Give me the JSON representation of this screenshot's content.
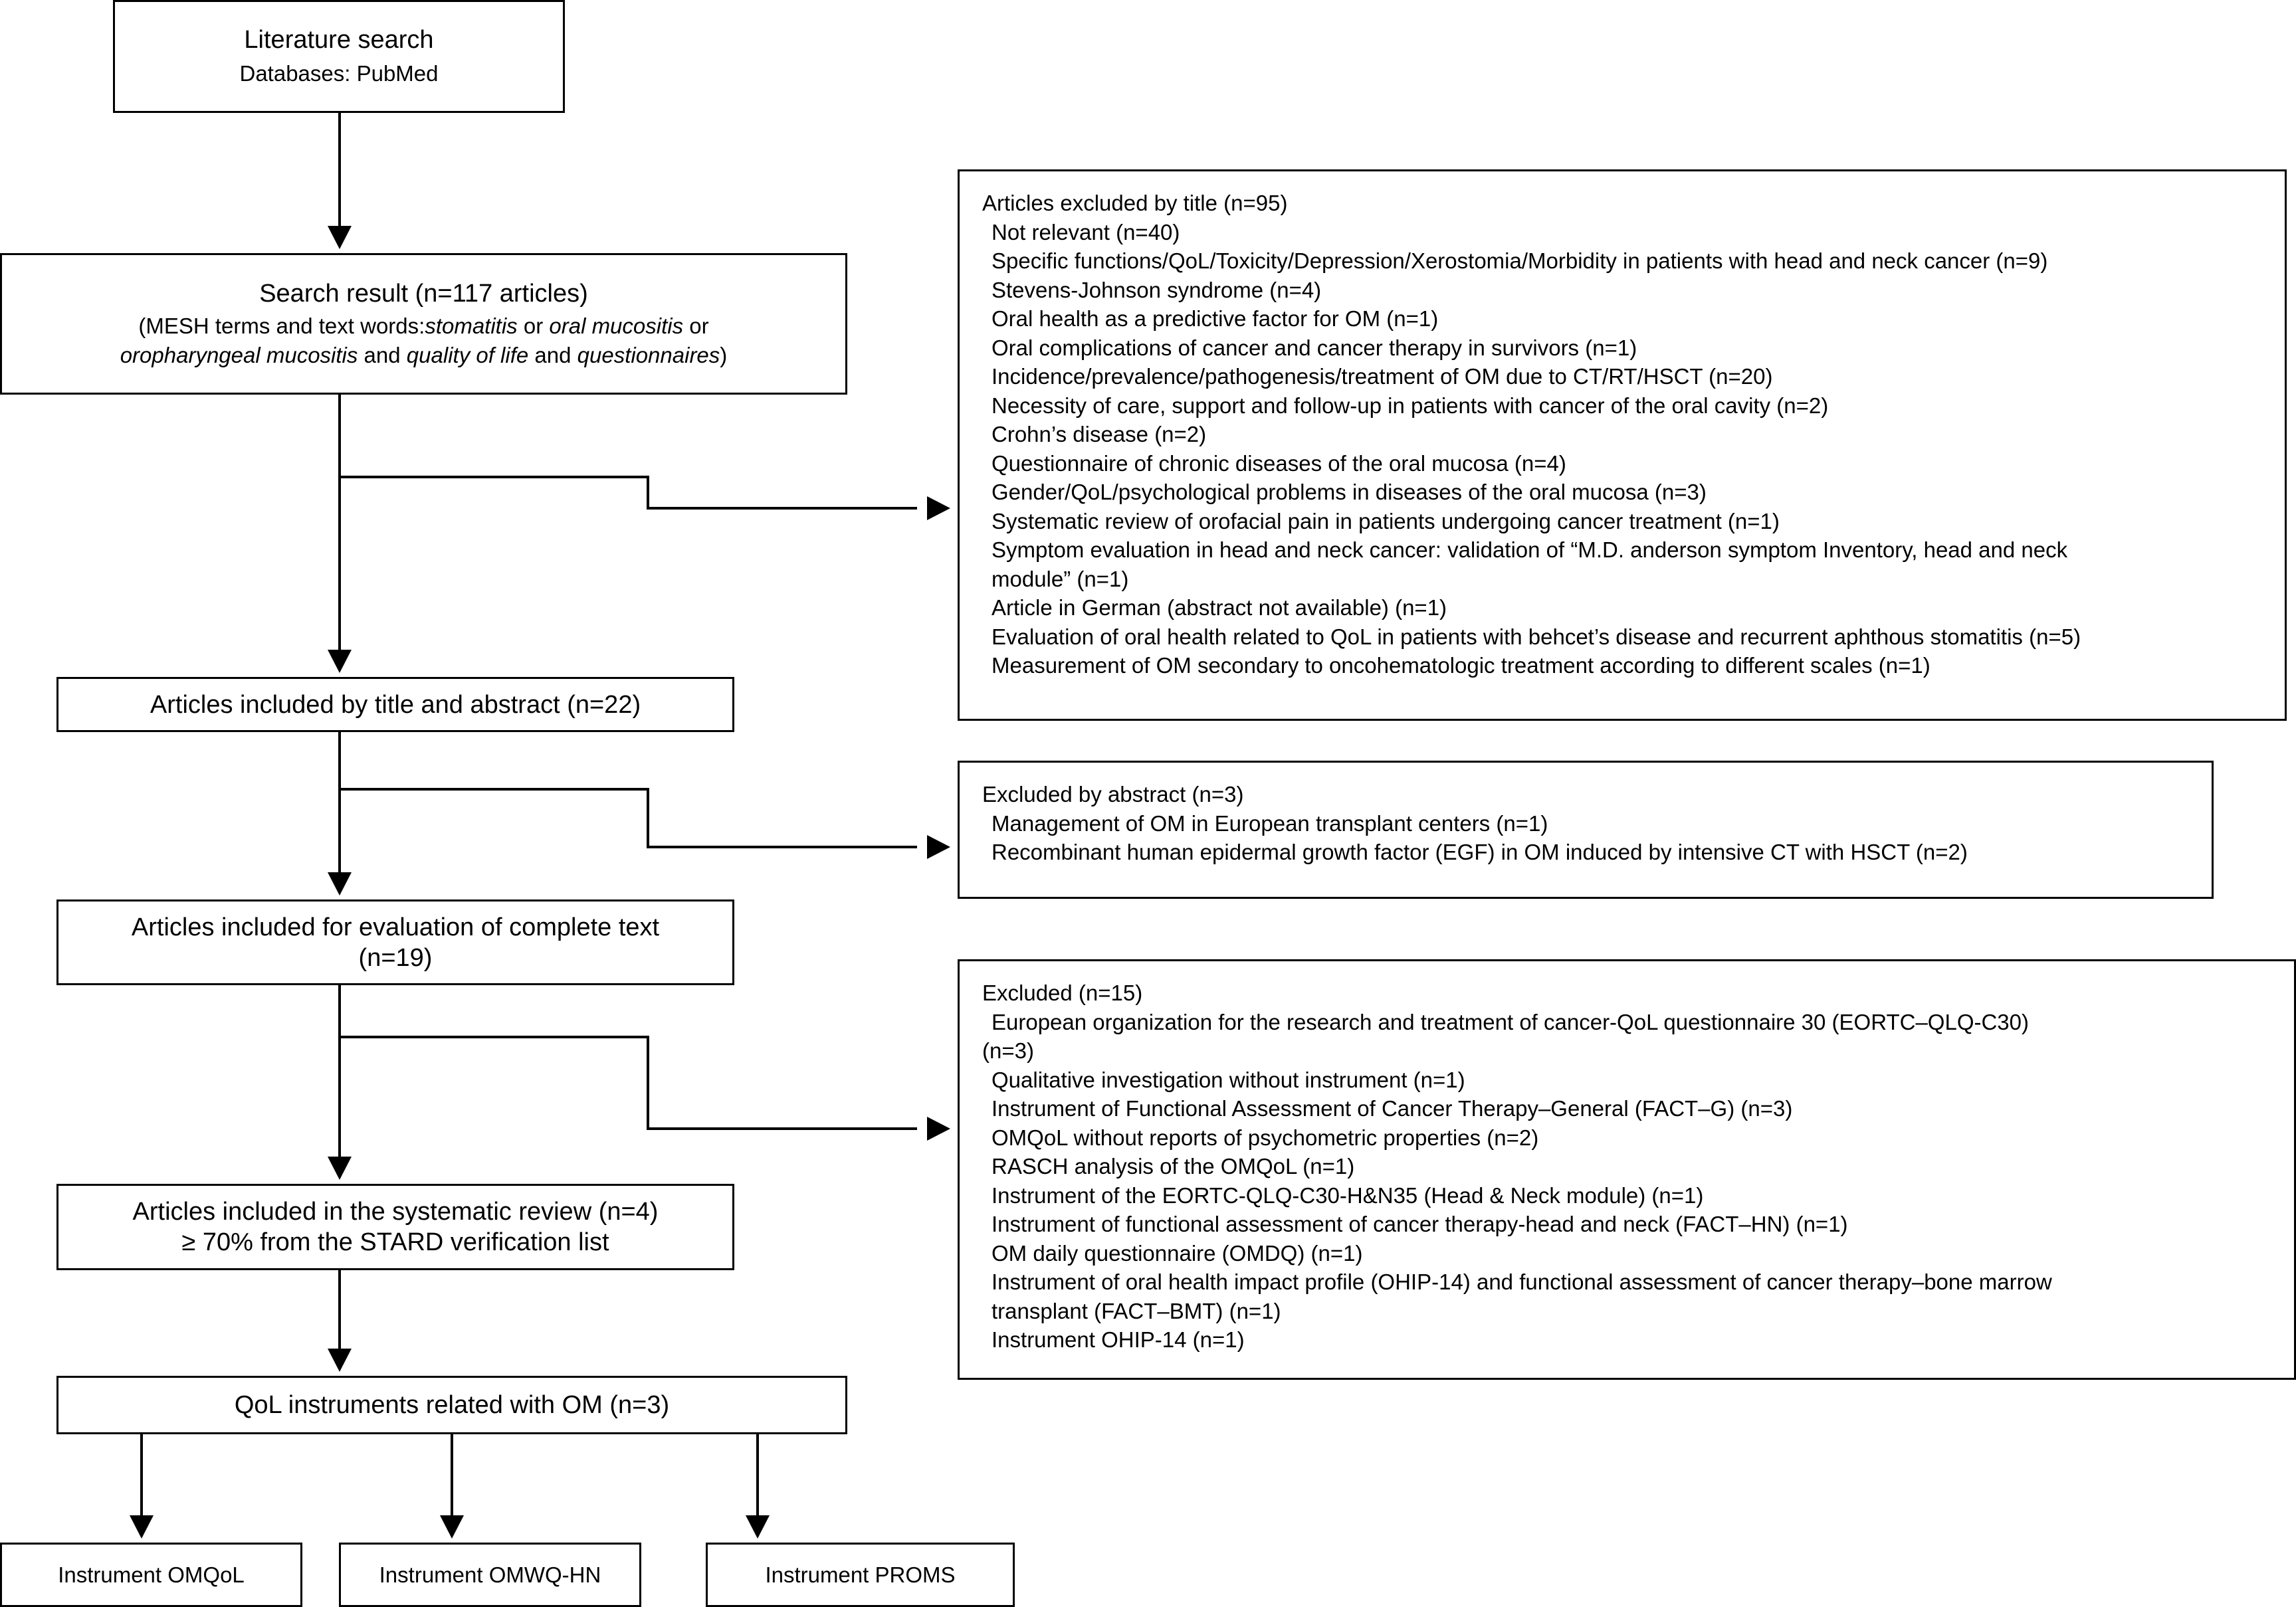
{
  "flow": {
    "literature_search": {
      "title": "Literature search",
      "subtitle": "Databases: PubMed"
    },
    "search_result": {
      "title": "Search result (n=117 articles)",
      "line1_a": "(MESH terms and text words:",
      "line1_b": "stomatitis",
      "line1_c": " or ",
      "line1_d": "oral mucositis",
      "line1_e": " or",
      "line2_a": "oropharyngeal mucositis",
      "line2_b": " and ",
      "line2_c": "quality of life",
      "line2_d": " and ",
      "line2_e": "questionnaires",
      "line2_f": ")"
    },
    "included_title_abstract": "Articles included by title and abstract (n=22)",
    "included_complete_text": {
      "line1": "Articles included for evaluation of complete text",
      "line2": "(n=19)"
    },
    "included_review": {
      "line1": "Articles included in the systematic review (n=4)",
      "line2": "≥ 70% from the STARD verification list"
    },
    "qol_instruments": "QoL instruments related with OM (n=3)",
    "instruments": [
      "Instrument OMQoL",
      "Instrument OMWQ-HN",
      "Instrument PROMS"
    ]
  },
  "excluded_title": {
    "heading": "Articles excluded by title (n=95)",
    "items": [
      "Not relevant (n=40)",
      "Specific functions/QoL/Toxicity/Depression/Xerostomia/Morbidity in patients with head and neck cancer (n=9)",
      "Stevens-Johnson syndrome (n=4)",
      "Oral health as a predictive factor for OM (n=1)",
      "Oral complications of cancer and cancer therapy in survivors (n=1)",
      "Incidence/prevalence/pathogenesis/treatment of OM due to CT/RT/HSCT (n=20)",
      "Necessity of care, support and follow-up in patients with cancer of the oral cavity (n=2)",
      "Crohn’s disease (n=2)",
      "Questionnaire of chronic diseases of the oral mucosa (n=4)",
      "Gender/QoL/psychological problems in diseases of the oral mucosa (n=3)",
      "Systematic review of orofacial pain in patients undergoing cancer treatment (n=1)",
      "Symptom evaluation in head and neck cancer: validation of “M.D. anderson symptom Inventory, head and neck",
      "module” (n=1)",
      "Article in German (abstract not available) (n=1)",
      "Evaluation of oral health related to QoL in patients with behcet’s disease and recurrent aphthous stomatitis (n=5)",
      "Measurement of OM secondary to oncohematologic treatment according to different scales (n=1)"
    ]
  },
  "excluded_abstract": {
    "heading": "Excluded by abstract (n=3)",
    "items": [
      "Management of OM in European transplant centers (n=1)",
      "Recombinant human epidermal growth factor (EGF) in OM induced by intensive CT with HSCT (n=2)"
    ]
  },
  "excluded_fulltext": {
    "heading": "Excluded (n=15)",
    "items": [
      "European organization for the research and treatment of cancer-QoL questionnaire 30 (EORTC–QLQ-C30)",
      "(n=3)",
      "Qualitative investigation without instrument (n=1)",
      "Instrument of Functional Assessment of Cancer Therapy–General (FACT–G) (n=3)",
      "OMQoL without reports of psychometric properties (n=2)",
      "RASCH analysis of the OMQoL (n=1)",
      "Instrument of the EORTC-QLQ-C30-H&N35 (Head & Neck module)  (n=1)",
      "Instrument of functional assessment of cancer therapy-head and neck (FACT–HN) (n=1)",
      "OM daily questionnaire (OMDQ) (n=1)",
      "Instrument of oral health impact profile (OHIP-14) and functional assessment of cancer therapy–bone marrow",
      "transplant (FACT–BMT) (n=1)",
      "Instrument OHIP-14  (n=1)"
    ]
  }
}
